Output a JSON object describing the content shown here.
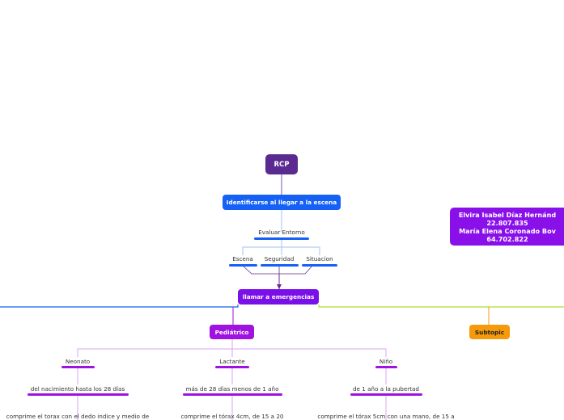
{
  "colors": {
    "root": "#5a2a91",
    "blue": "#1560f5",
    "violet": "#7a10e8",
    "purple": "#9f12e0",
    "orange": "#f59a0a",
    "green": "#a6e22e",
    "lightblue": "#9ec3f0",
    "lightpurple": "#d9a6f0"
  },
  "map": {
    "root": "RCP",
    "identify": "Identificarse al llegar a la escena",
    "evaluate": "Evaluar Entorno",
    "eval_children": [
      "Escena",
      "Seguridad",
      "Situacion"
    ],
    "call": "llamar a emergencias",
    "pediatric": "Pediátrico",
    "subtopic": "Subtopic",
    "authors": [
      "Elvira Isabel Díaz Hernánd",
      "22.807.835",
      "María Elena Coronado Bov",
      "64.702.822"
    ],
    "age_groups": [
      {
        "label": "Neonato",
        "range": "del nacimiento hasta los 28 días",
        "detail": "comprime el torax con el dedo indice y medio de"
      },
      {
        "label": "Lactante",
        "range": "más de 28 días menos de 1 año",
        "detail": "comprime el tórax 4cm, de 15 a 20"
      },
      {
        "label": "Niño",
        "range": "de 1 año a la pubertad",
        "detail": "comprime el tórax 5cm con una mano, de 15 a"
      }
    ]
  }
}
